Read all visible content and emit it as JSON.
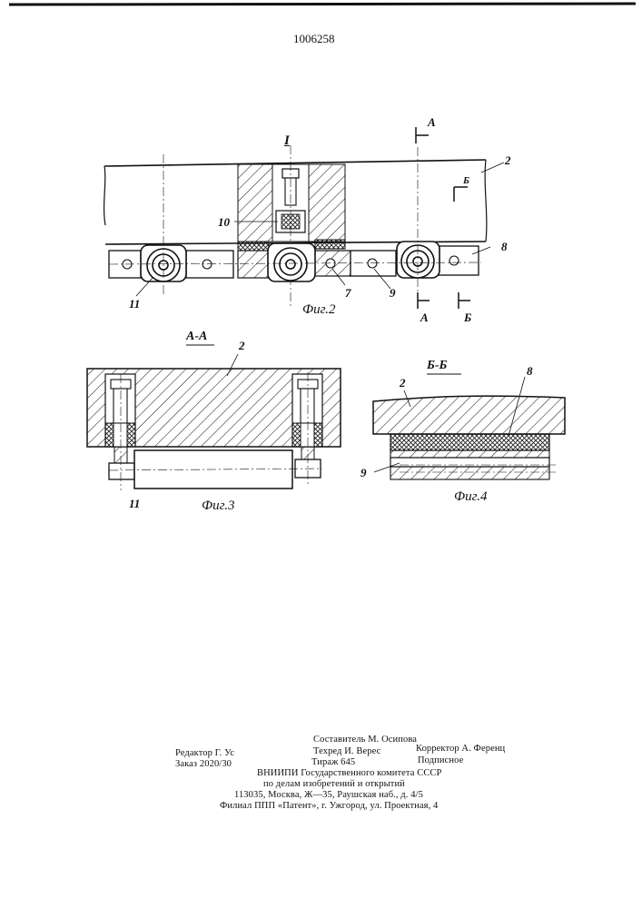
{
  "patent_number": "1006258",
  "figure2": {
    "view_label": "I",
    "section_a": "A",
    "section_b": "Б",
    "callouts": [
      "2",
      "10",
      "8",
      "11",
      "7",
      "9"
    ],
    "caption": "Фиг.2"
  },
  "figure3": {
    "section_title": "А-А",
    "callouts": [
      "2",
      "11"
    ],
    "caption": "Фиг.3"
  },
  "figure4": {
    "section_title": "Б-Б",
    "callouts": [
      "2",
      "8",
      "9"
    ],
    "caption": "Фиг.4"
  },
  "imprint": {
    "compiler": "Составитель М. Осипова",
    "editor": "Редактор Г. Ус",
    "tech_editor": "Техред И. Верес",
    "corrector": "Корректор А. Ференц",
    "order": "Заказ 2020/30",
    "circulation": "Тираж 645",
    "subscription": "Подписное",
    "org_line1": "ВНИИПИ  Государственного  комитета  СССР",
    "org_line2": "по  делам  изобретений  и  открытий",
    "address": "113035,  Москва,  Ж—35,  Раушская  наб.,  д.  4/5",
    "branch": "Филиал  ППП  «Патент»,  г.  Ужгород,  ул.  Проектная,  4"
  }
}
